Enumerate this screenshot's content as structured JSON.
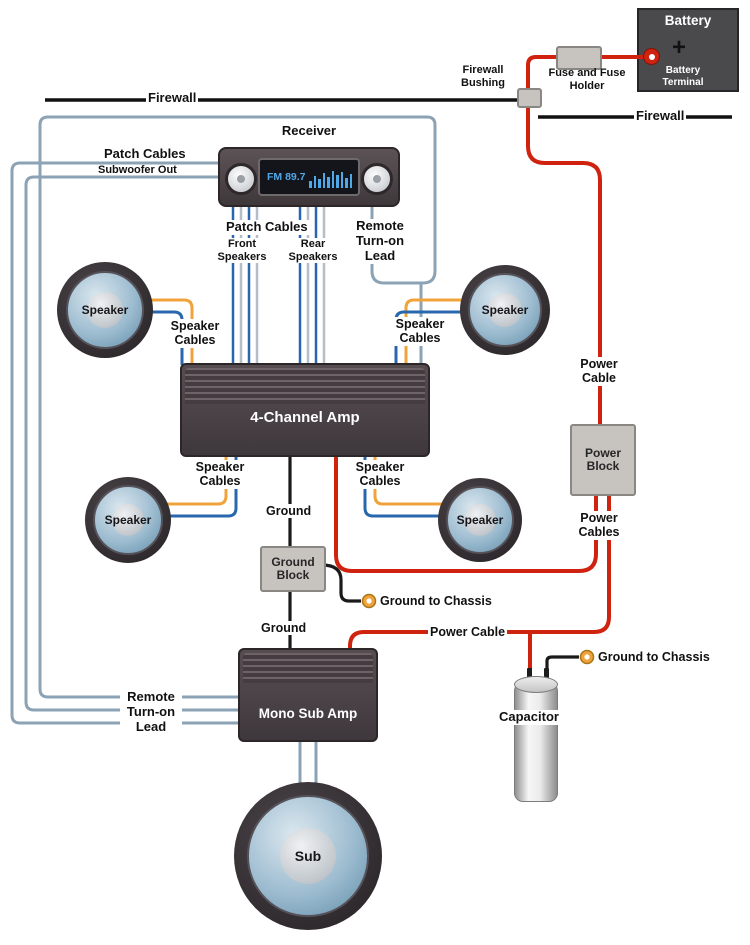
{
  "components": {
    "battery": {
      "label": "Battery",
      "terminal": "Battery Terminal",
      "plus": "+"
    },
    "fuse": {
      "label": "Fuse and Fuse Holder"
    },
    "firewall": {
      "label": "Firewall",
      "bushing": "Firewall Bushing"
    },
    "receiver": {
      "label": "Receiver",
      "display": "FM 89.7"
    },
    "patch": {
      "label": "Patch Cables",
      "subwoofer_out": "Subwoofer Out",
      "front": "Front Speakers",
      "rear": "Rear Speakers"
    },
    "remote": {
      "label": "Remote Turn-on Lead"
    },
    "speaker": {
      "label": "Speaker",
      "cables": "Speaker Cables"
    },
    "amp_4ch": {
      "label": "4-Channel Amp"
    },
    "power": {
      "cable": "Power Cable",
      "block": "Power Block",
      "cables": "Power Cables"
    },
    "ground": {
      "label": "Ground",
      "block": "Ground Block",
      "chassis": "Ground to Chassis"
    },
    "amp_mono": {
      "label": "Mono Sub Amp"
    },
    "capacitor": {
      "label": "Capacitor"
    },
    "sub": {
      "label": "Sub"
    }
  },
  "colors": {
    "power_red": "#cf2310",
    "wire_black": "#1a1a1a",
    "speaker_yellow": "#f0a33a",
    "speaker_blue": "#2867ae",
    "steel_blue": "#8ba3b5",
    "patch_gray": "#b3bec7",
    "display_blue": "#4fa8e8",
    "terminal_yellow": "#f0a33a"
  }
}
